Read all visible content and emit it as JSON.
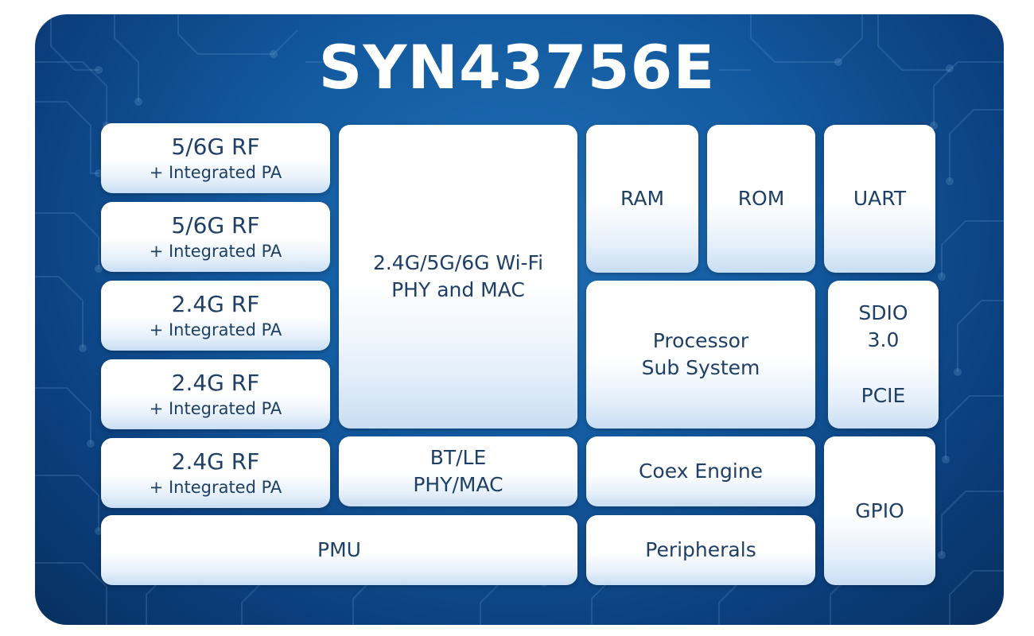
{
  "title": "SYN43756E",
  "blocks": {
    "rf1": {
      "name": "5/6G RF",
      "sub": "+ Integrated PA"
    },
    "rf2": {
      "name": "5/6G RF",
      "sub": "+ Integrated PA"
    },
    "rf3": {
      "name": "2.4G RF",
      "sub": "+ Integrated PA"
    },
    "rf4": {
      "name": "2.4G RF",
      "sub": "+ Integrated PA"
    },
    "rf5": {
      "name": "2.4G RF",
      "sub": "+ Integrated PA"
    },
    "wifi": {
      "line1": "2.4G/5G/6G Wi-Fi",
      "line2": "PHY and MAC"
    },
    "bt": {
      "line1": "BT/LE",
      "line2": "PHY/MAC"
    },
    "pmu": "PMU",
    "ram": "RAM",
    "rom": "ROM",
    "uart": "UART",
    "processor": {
      "line1": "Processor",
      "line2": "Sub System"
    },
    "sdio": {
      "line1": "SDIO",
      "line2": "3.0",
      "line3": "PCIE"
    },
    "coex": "Coex Engine",
    "peripherals": "Peripherals",
    "gpio": "GPIO"
  },
  "colors": {
    "panel_center": "#1f6fb4",
    "panel_edge": "#08305f",
    "block_text": "#1e3f66",
    "block_fill": "#ffffff",
    "block_fill_bottom": "#c9def3",
    "title_text": "#ffffff"
  }
}
